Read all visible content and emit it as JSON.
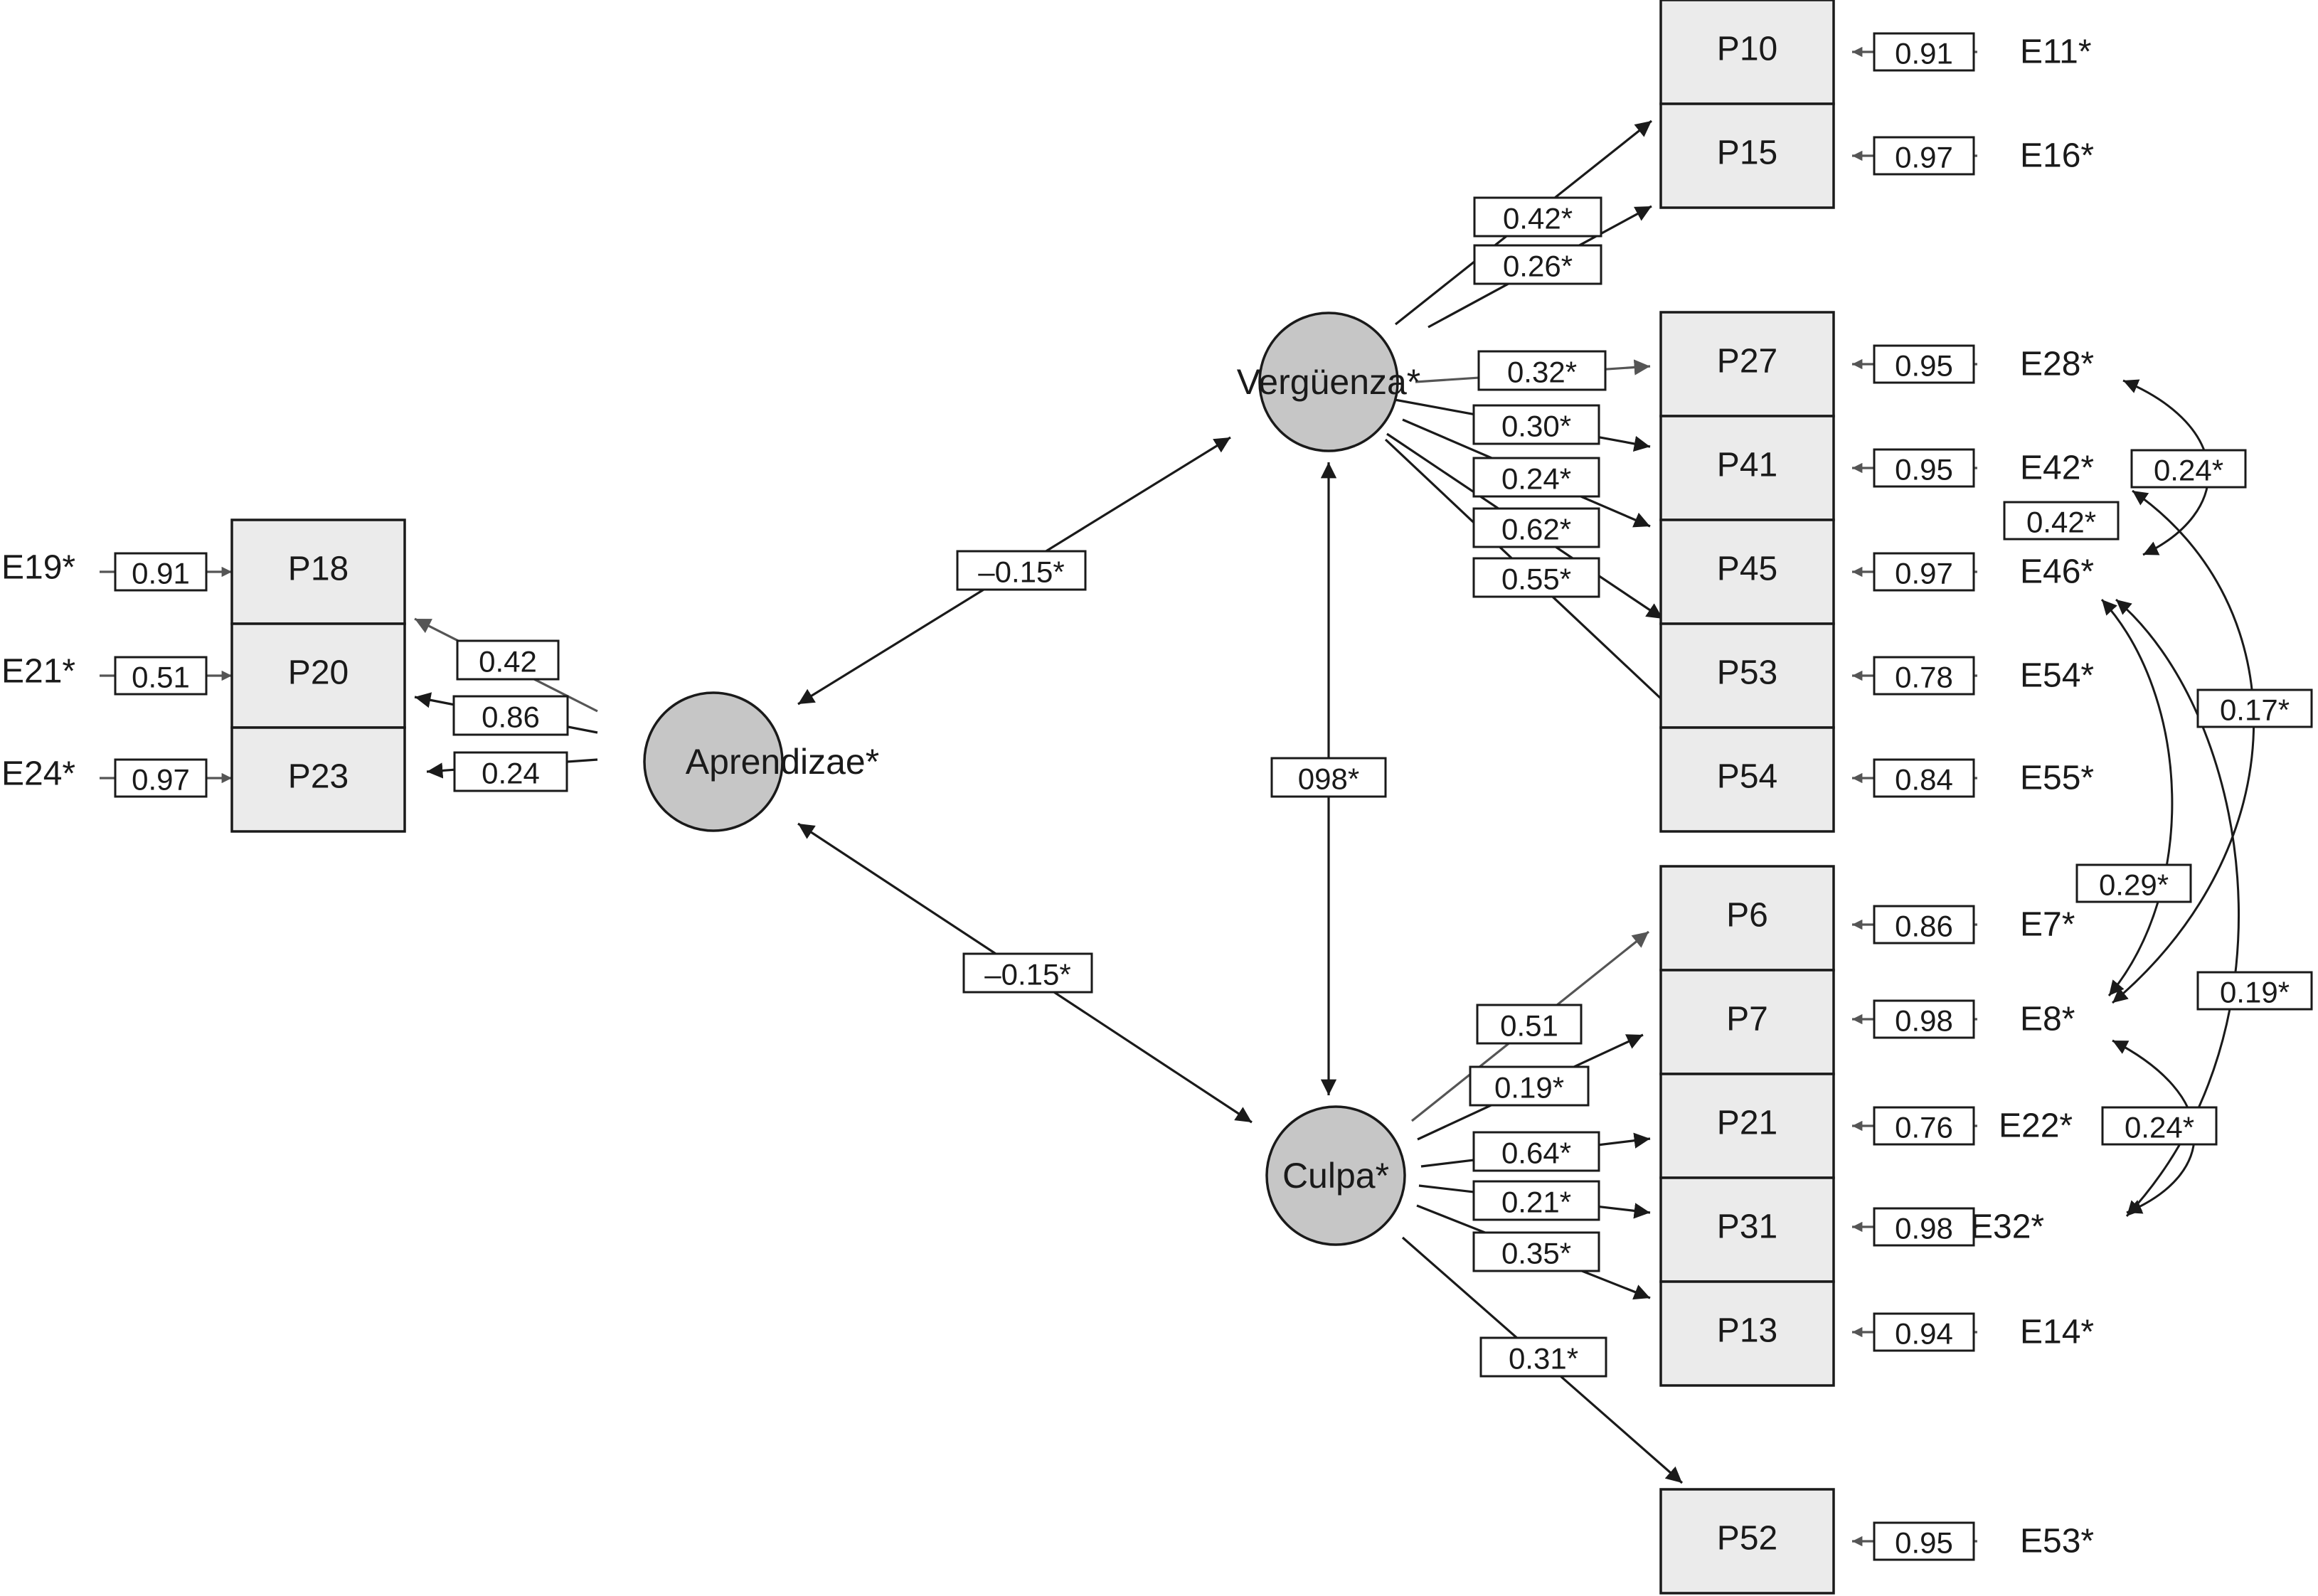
{
  "latents": {
    "aprendizae": "Aprendizae*",
    "verguenza": "Vergüenza*",
    "culpa": "Culpa*"
  },
  "indicators": {
    "P18": "P18",
    "P20": "P20",
    "P23": "P23",
    "P10": "P10",
    "P15": "P15",
    "P27": "P27",
    "P41": "P41",
    "P45": "P45",
    "P53": "P53",
    "P54": "P54",
    "P6": "P6",
    "P7": "P7",
    "P21": "P21",
    "P31": "P31",
    "P13": "P13",
    "P52": "P52"
  },
  "errors": {
    "E19": "E19*",
    "E21": "E21*",
    "E24": "E24*",
    "E11": "E11*",
    "E16": "E16*",
    "E28": "E28*",
    "E42": "E42*",
    "E46": "E46*",
    "E54": "E54*",
    "E55": "E55*",
    "E7": "E7*",
    "E8": "E8*",
    "E22": "E22*",
    "E32": "E32*",
    "E14": "E14*",
    "E53": "E53*"
  },
  "error_values": {
    "E19": "0.91",
    "E21": "0.51",
    "E24": "0.97",
    "E11": "0.91",
    "E16": "0.97",
    "E28": "0.95",
    "E42": "0.95",
    "E46": "0.97",
    "E54": "0.78",
    "E55": "0.84",
    "E7": "0.86",
    "E8": "0.98",
    "E22": "0.76",
    "E32": "0.98",
    "E14": "0.94",
    "E53": "0.95"
  },
  "loadings": {
    "apr_P18": "0.42",
    "apr_P20": "0.86",
    "apr_P23": "0.24",
    "ver_P10": "0.42*",
    "ver_P15": "0.26*",
    "ver_P27": "0.32*",
    "ver_P41": "0.30*",
    "ver_P45": "0.24*",
    "ver_P53": "0.62*",
    "ver_P54": "0.55*",
    "cul_P6": "0.51",
    "cul_P7": "0.19*",
    "cul_P21": "0.64*",
    "cul_P31": "0.21*",
    "cul_P13": "0.35*",
    "cul_P52": "0.31*"
  },
  "latent_correlations": {
    "apr_ver": "–0.15*",
    "apr_cul": "–0.15*",
    "ver_cul": "098*"
  },
  "error_correlations": {
    "E28_E46": "0.24*",
    "E42_E8": "0.42*",
    "E46_E32": "0.17*",
    "E46_E8": "0.29*",
    "E42_E32": "0.19*",
    "E8_E32": "0.24*"
  }
}
